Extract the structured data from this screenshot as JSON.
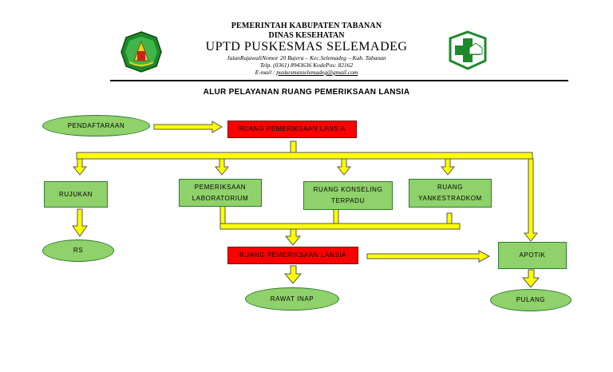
{
  "header": {
    "line1": "PEMERINTAH KABUPATEN TABANAN",
    "line2": "DINAS KESEHATAN",
    "org": "UPTD PUSKESMAS SELEMADEG",
    "address": "JalanRajawaliNomor 20 Bajera – Kec.Selemadeg – Kab. Tabanan",
    "phone": "Telp. (0361) 8943636 KodePos: 82162",
    "email_label": "E-mail :",
    "email": "puskesmasselemadeg@gmail.com"
  },
  "title": "ALUR PELAYANAN RUANG PEMERIKSAAN LANSIA",
  "nodes": {
    "pendaftaran": "PENDAFTARAAN",
    "ruang1": "RUANG PEMERIKSAAN LANSIA",
    "rujukan": "RUJUKAN",
    "lab_line1": "PEMERIKSAAN",
    "lab_line2": "LABORATORIUM",
    "konseling_line1": "RUANG KONSELING",
    "konseling_line2": "TERPADU",
    "yankes_line1": "RUANG",
    "yankes_line2": "YANKESTRADKOM",
    "rs": "RS",
    "ruang2": "RUANG PEMERIKSAAN LANSIA",
    "apotik": "APOTIK",
    "rawat_inap": "RAWAT INAP",
    "pulang": "PULANG"
  },
  "colors": {
    "node_fill": "#8fd16a",
    "node_border": "#2f7a2f",
    "main_room": "#ff0000",
    "arrow_fill": "#ffff00",
    "arrow_stroke": "#555555",
    "logo_left": "#1d8a2a",
    "logo_right": "#1d8a2a"
  },
  "icons": {
    "left_logo": "tabanan-regency-seal-icon",
    "right_logo": "puskesmas-cross-icon"
  }
}
